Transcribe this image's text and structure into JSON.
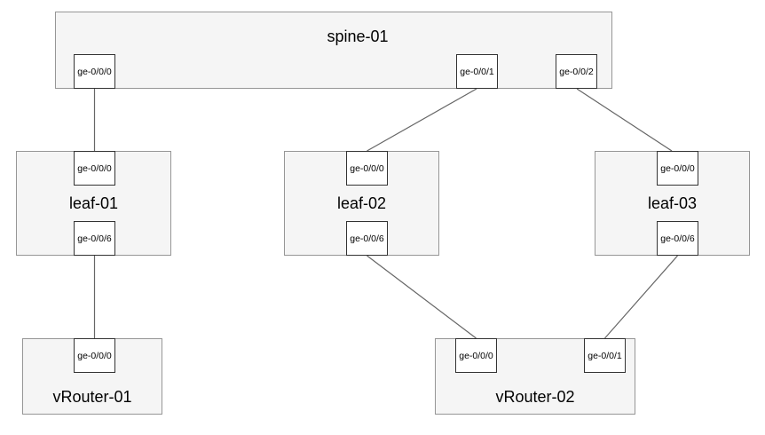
{
  "diagram": {
    "nodes": [
      {
        "id": "spine-01",
        "label": "spine-01",
        "ports": [
          {
            "label": "ge-0/0/0"
          },
          {
            "label": "ge-0/0/1"
          },
          {
            "label": "ge-0/0/2"
          }
        ]
      },
      {
        "id": "leaf-01",
        "label": "leaf-01",
        "ports": [
          {
            "label": "ge-0/0/0"
          },
          {
            "label": "ge-0/0/6"
          }
        ]
      },
      {
        "id": "leaf-02",
        "label": "leaf-02",
        "ports": [
          {
            "label": "ge-0/0/0"
          },
          {
            "label": "ge-0/0/6"
          }
        ]
      },
      {
        "id": "leaf-03",
        "label": "leaf-03",
        "ports": [
          {
            "label": "ge-0/0/0"
          },
          {
            "label": "ge-0/0/6"
          }
        ]
      },
      {
        "id": "vRouter-01",
        "label": "vRouter-01",
        "ports": [
          {
            "label": "ge-0/0/0"
          }
        ]
      },
      {
        "id": "vRouter-02",
        "label": "vRouter-02",
        "ports": [
          {
            "label": "ge-0/0/0"
          },
          {
            "label": "ge-0/0/1"
          }
        ]
      }
    ],
    "links": [
      {
        "from": "spine-01:ge-0/0/0",
        "to": "leaf-01:ge-0/0/0"
      },
      {
        "from": "spine-01:ge-0/0/1",
        "to": "leaf-02:ge-0/0/0"
      },
      {
        "from": "spine-01:ge-0/0/2",
        "to": "leaf-03:ge-0/0/0"
      },
      {
        "from": "leaf-01:ge-0/0/6",
        "to": "vRouter-01:ge-0/0/0"
      },
      {
        "from": "leaf-02:ge-0/0/6",
        "to": "vRouter-02:ge-0/0/0"
      },
      {
        "from": "leaf-03:ge-0/0/6",
        "to": "vRouter-02:ge-0/0/1"
      }
    ],
    "colors": {
      "background": "#ffffff",
      "node_fill": "#f5f5f5",
      "node_border": "#969696",
      "port_fill": "#ffffff",
      "port_border": "#333333",
      "link": "#666666",
      "text": "#000000"
    }
  }
}
